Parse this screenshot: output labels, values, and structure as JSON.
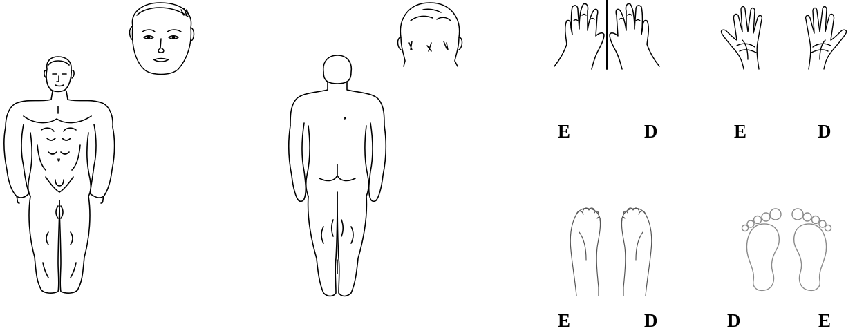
{
  "labels": {
    "hands_back": {
      "left": "E",
      "right": "D"
    },
    "hands_palm": {
      "left": "E",
      "right": "D"
    },
    "feet_top": {
      "left": "E",
      "right": "D"
    },
    "feet_sole": {
      "left": "D",
      "right": "E"
    }
  },
  "colors": {
    "ink": "#000000",
    "sole_outline": "#8a8a8a",
    "background": "#ffffff"
  }
}
